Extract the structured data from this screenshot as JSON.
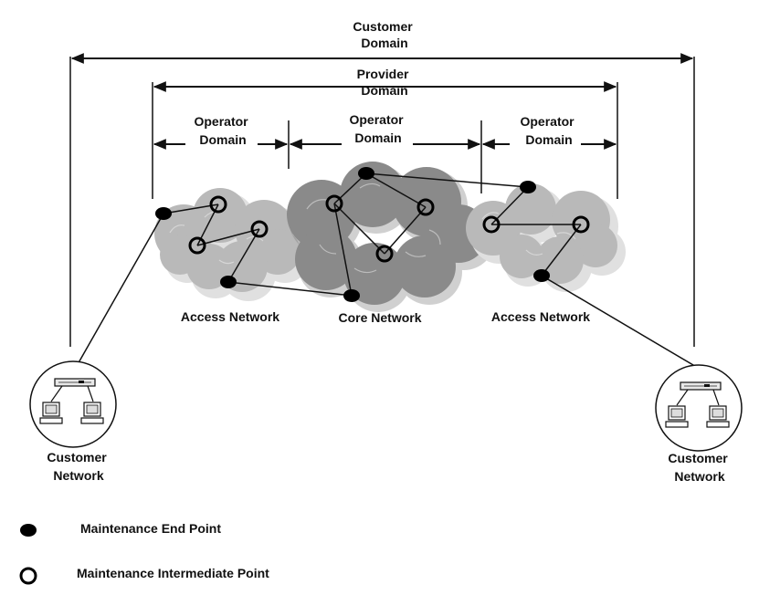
{
  "labels": {
    "customer_domain": [
      "Customer",
      "Domain"
    ],
    "provider_domain": [
      "Provider",
      "Domain"
    ],
    "operator_domain_left": [
      "Operator",
      "Domain"
    ],
    "operator_domain_center": [
      "Operator",
      "Domain"
    ],
    "operator_domain_right": [
      "Operator",
      "Domain"
    ],
    "access_network_left": "Access Network",
    "core_network": "Core Network",
    "access_network_right": "Access Network",
    "customer_network_left": [
      "Customer",
      "Network"
    ],
    "customer_network_right": [
      "Customer",
      "Network"
    ]
  },
  "legend": {
    "end_point": "Maintenance End Point",
    "intermediate_point": "Maintenance Intermediate Point"
  },
  "colors": {
    "cloud_light": "#b9b9b9",
    "cloud_shadow": "#e0e0e0",
    "cloud_core": "#8a8a8a",
    "line": "#111111"
  }
}
